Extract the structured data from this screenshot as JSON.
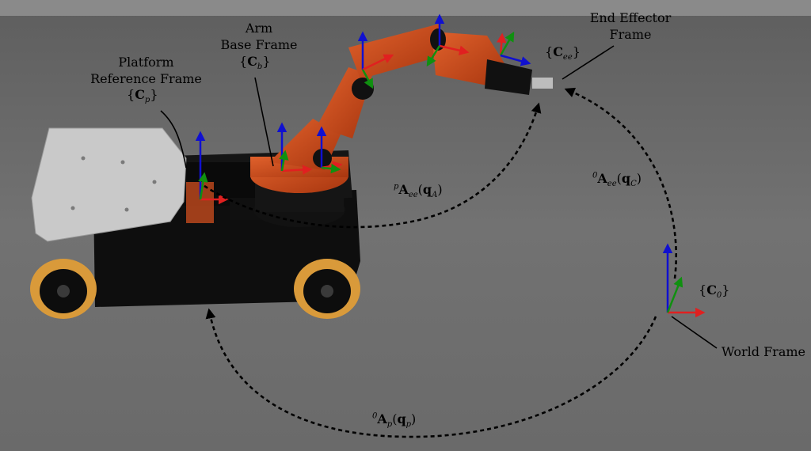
{
  "labels": {
    "platform_frame": [
      "Platform",
      "Reference Frame"
    ],
    "arm_base_frame": [
      "Arm",
      "Base Frame"
    ],
    "end_effector_frame": [
      "End Effector",
      "Frame"
    ],
    "world_frame": "World Frame"
  },
  "frame_symbols": {
    "platform": {
      "open": "{",
      "base": "C",
      "sub": "p",
      "close": "}"
    },
    "arm_base": {
      "open": "{",
      "base": "C",
      "sub": "b",
      "close": "}"
    },
    "end_effector": {
      "open": "{",
      "base": "C",
      "sub": "ee",
      "close": "}"
    },
    "world": {
      "open": "{",
      "base": "C",
      "sub": "0",
      "close": "}"
    }
  },
  "transforms": {
    "platform_to_ee": {
      "pre": "p",
      "base": "A",
      "sub": "ee",
      "arg": "q",
      "arg_sub": "A"
    },
    "world_to_ee": {
      "pre": "0",
      "base": "A",
      "sub": "ee",
      "arg": "q",
      "arg_sub": "C"
    },
    "world_to_platform": {
      "pre": "0",
      "base": "A",
      "sub": "p",
      "arg": "q",
      "arg_sub": "p"
    }
  },
  "colors": {
    "background": "#6b6b6b",
    "robot_arm": "#c8481a",
    "platform_body": "#0e0e0e",
    "platform_plate": "#c9c9c9",
    "wheel_roller": "#d99a3a",
    "axis_x": "#e02020",
    "axis_y": "#109010",
    "axis_z": "#1010d0"
  }
}
